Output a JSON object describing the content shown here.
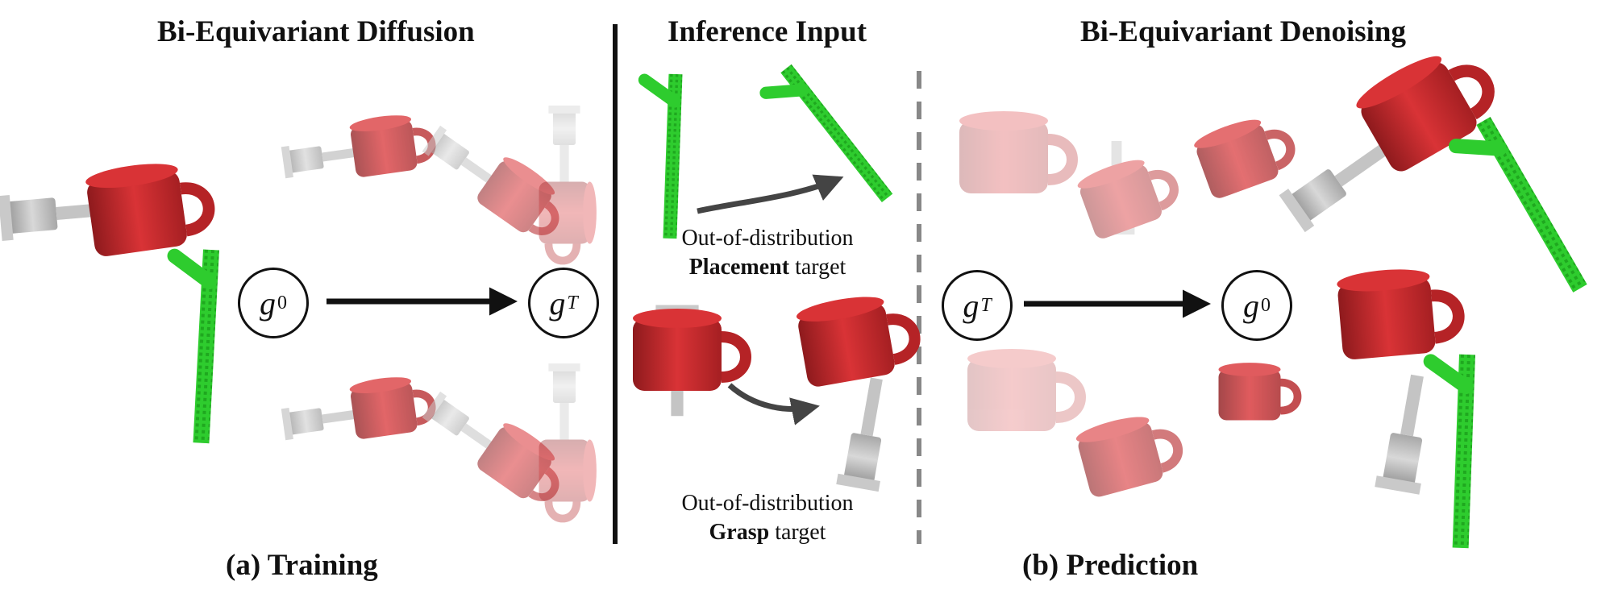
{
  "headers": {
    "training_title": "Bi-Equivariant Diffusion",
    "inference_title": "Inference Input",
    "prediction_title": "Bi-Equivariant Denoising"
  },
  "captions": {
    "training": "(a) Training",
    "prediction": "(b) Prediction",
    "placement_line1": "Out-of-distribution",
    "placement_bold": "Placement",
    "placement_rest": " target",
    "grasp_line1": "Out-of-distribution",
    "grasp_bold": "Grasp",
    "grasp_rest": " target"
  },
  "nodes": {
    "training_start": {
      "symbol": "g",
      "sub": "0"
    },
    "training_end": {
      "symbol": "g",
      "sub": "T"
    },
    "prediction_start": {
      "symbol": "g",
      "sub": "T"
    },
    "prediction_end": {
      "symbol": "g",
      "sub": "0"
    }
  },
  "colors": {
    "mug_red": "#c0262a",
    "gripper_gray": "#b5b5b5",
    "rack_green": "#2ecc2e",
    "arrow_black": "#111111",
    "arrow_gray": "#444444",
    "divider_dashed": "#888888"
  }
}
